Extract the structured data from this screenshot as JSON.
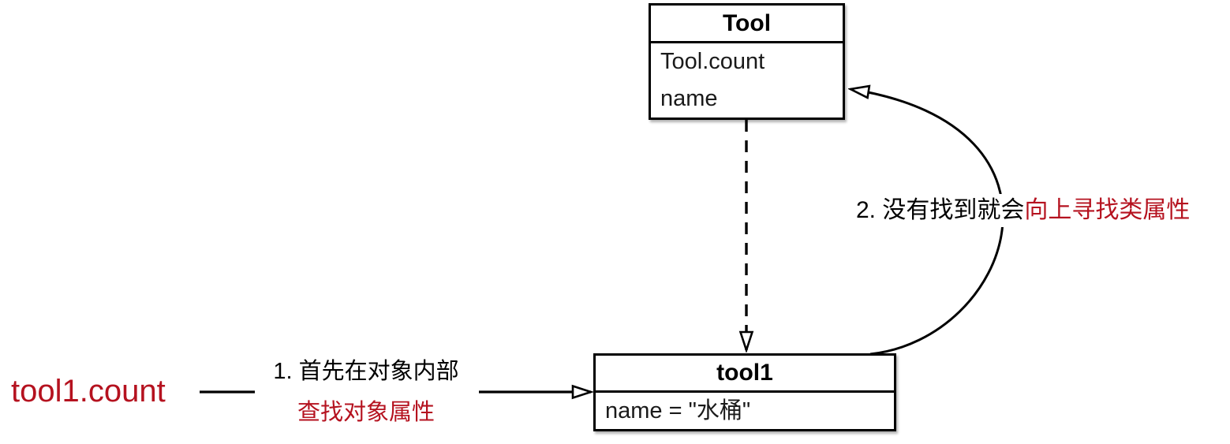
{
  "diagram": {
    "class_box": {
      "title": "Tool",
      "rows": [
        "Tool.count",
        "name"
      ]
    },
    "instance_box": {
      "title": "tool1",
      "rows": [
        "name = \"水桶\""
      ]
    },
    "annotations": {
      "expression": "tool1.count",
      "step1": {
        "black": "1. 首先在对象内部",
        "red": "查找对象属性"
      },
      "step2": {
        "black": "2. 没有找到就会",
        "red": "向上寻找类属性"
      }
    },
    "colors": {
      "accent_red": "#b5121f",
      "stroke_black": "#000000",
      "background": "#ffffff"
    }
  }
}
